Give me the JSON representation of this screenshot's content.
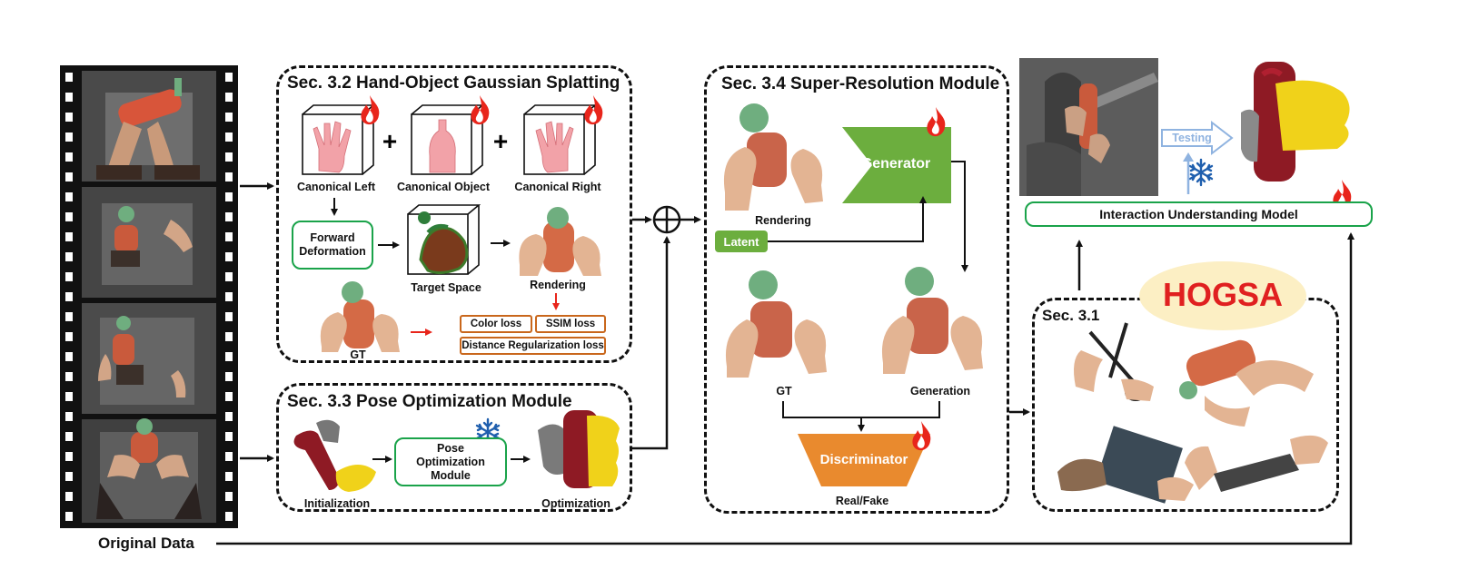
{
  "sections": {
    "hogs_title": "Sec. 3.2 Hand-Object Gaussian Splatting",
    "pose_title": "Sec. 3.3 Pose Optimization Module",
    "sr_title": "Sec. 3.4 Super-Resolution Module",
    "data_title": "Sec. 3.1"
  },
  "hogs": {
    "canonical_left": "Canonical Left",
    "canonical_object": "Canonical Object",
    "canonical_right": "Canonical Right",
    "forward_deformation": "Forward Deformation",
    "target_space": "Target Space",
    "rendering": "Rendering",
    "gt": "GT",
    "losses": {
      "color": "Color loss",
      "ssim": "SSIM loss",
      "distance": "Distance Regularization loss"
    }
  },
  "pose": {
    "initialization": "Initialization",
    "module": "Pose Optimization Module",
    "optimization": "Optimization"
  },
  "sr": {
    "rendering": "Rendering",
    "latent": "Latent",
    "generator": "Generator",
    "gt": "GT",
    "generation": "Generation",
    "discriminator": "Discriminator",
    "real_fake": "Real/Fake"
  },
  "right": {
    "testing": "Testing",
    "interaction_model": "Interaction Understanding Model",
    "hogsa": "HOGSA"
  },
  "original_data": "Original Data",
  "colors": {
    "green_accent": "#1aa34a",
    "generator_fill": "#6cae3e",
    "discriminator_fill": "#e98a2e",
    "loss_border": "#c9671c",
    "flame": "#e8251b",
    "snowflake": "#1f5fae",
    "hogsa_text": "#e02020",
    "hogsa_bg": "#fcefc4",
    "testing_arrow": "#8fb3e0"
  }
}
